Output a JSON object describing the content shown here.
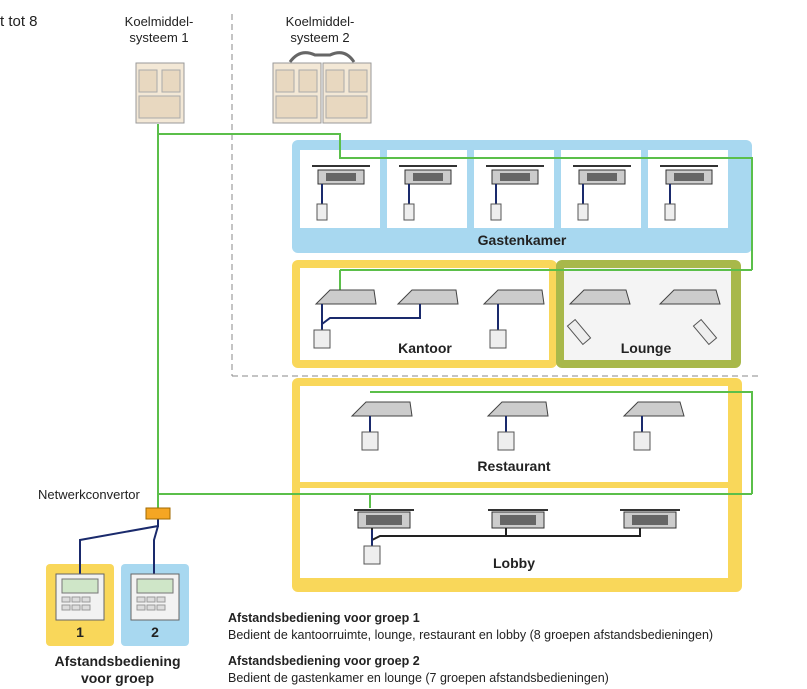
{
  "corner_text": "t tot 8",
  "systems": [
    {
      "line1": "Koelmiddel-",
      "line2": "systeem 1"
    },
    {
      "line1": "Koelmiddel-",
      "line2": "systeem 2"
    }
  ],
  "zones": {
    "gastenkamer": "Gastenkamer",
    "kantoor": "Kantoor",
    "lounge": "Lounge",
    "restaurant": "Restaurant",
    "lobby": "Lobby"
  },
  "converter_label": "Netwerkconvertor",
  "remotes": {
    "group1_number": "1",
    "group2_number": "2",
    "caption_line1": "Afstandsbediening",
    "caption_line2": "voor groep"
  },
  "legend": [
    {
      "title": "Afstandsbediening voor groep 1",
      "text": "Bedient de kantoorruimte, lounge, restaurant en lobby (8 groepen afstandsbedieningen)"
    },
    {
      "title": "Afstandsbediening voor groep 2",
      "text": "Bedient de gastenkamer en lounge (7 groepen afstandsbedieningen)"
    }
  ],
  "colors": {
    "refrigerant_line": "#5bbf4a",
    "control_line": "#1a2a6c",
    "group1_zone": "#f9d75a",
    "group2_zone": "#a8d8f0",
    "lounge_zone": "#a8b84a",
    "converter": "#f5a623"
  }
}
